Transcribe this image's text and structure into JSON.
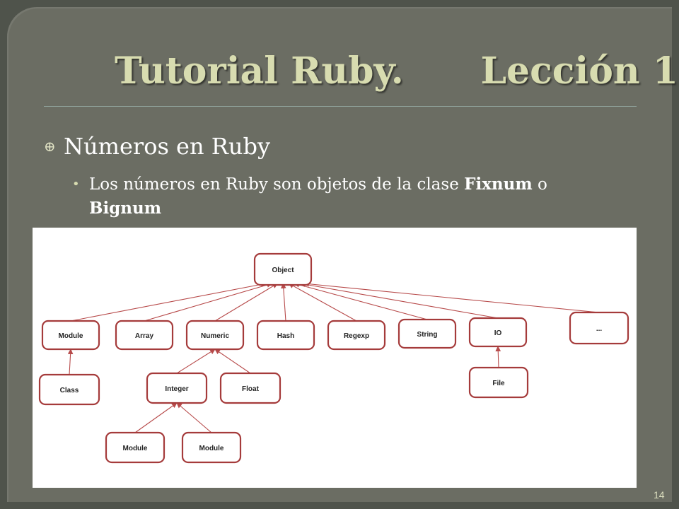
{
  "slide": {
    "title": "Tutorial Ruby.      Lección 1",
    "bullet_main": "Números en Ruby",
    "sub_bullet": {
      "prefix": "Los números en Ruby son objetos de la clase ",
      "fixnum": "Fixnum",
      "middle": " o ",
      "bignum": "Bignum"
    },
    "page_number": "14"
  },
  "diagram": {
    "nodes": [
      {
        "id": "object",
        "label": "Object"
      },
      {
        "id": "module",
        "label": "Module"
      },
      {
        "id": "array",
        "label": "Array"
      },
      {
        "id": "numeric",
        "label": "Numeric"
      },
      {
        "id": "hash",
        "label": "Hash"
      },
      {
        "id": "regexp",
        "label": "Regexp"
      },
      {
        "id": "string",
        "label": "String"
      },
      {
        "id": "io",
        "label": "IO"
      },
      {
        "id": "ellipsis",
        "label": "..."
      },
      {
        "id": "class",
        "label": "Class"
      },
      {
        "id": "integer",
        "label": "Integer"
      },
      {
        "id": "float",
        "label": "Float"
      },
      {
        "id": "file",
        "label": "File"
      },
      {
        "id": "module2",
        "label": "Module"
      },
      {
        "id": "module3",
        "label": "Module"
      }
    ],
    "edges": [
      {
        "from": "module",
        "to": "object"
      },
      {
        "from": "array",
        "to": "object"
      },
      {
        "from": "numeric",
        "to": "object"
      },
      {
        "from": "hash",
        "to": "object"
      },
      {
        "from": "regexp",
        "to": "object"
      },
      {
        "from": "string",
        "to": "object"
      },
      {
        "from": "io",
        "to": "object"
      },
      {
        "from": "ellipsis",
        "to": "object"
      },
      {
        "from": "class",
        "to": "module"
      },
      {
        "from": "integer",
        "to": "numeric"
      },
      {
        "from": "float",
        "to": "numeric"
      },
      {
        "from": "file",
        "to": "io"
      },
      {
        "from": "module2",
        "to": "integer"
      },
      {
        "from": "module3",
        "to": "integer"
      }
    ],
    "colors": {
      "border": "#a53b3b",
      "edge": "#b74a4a"
    }
  }
}
